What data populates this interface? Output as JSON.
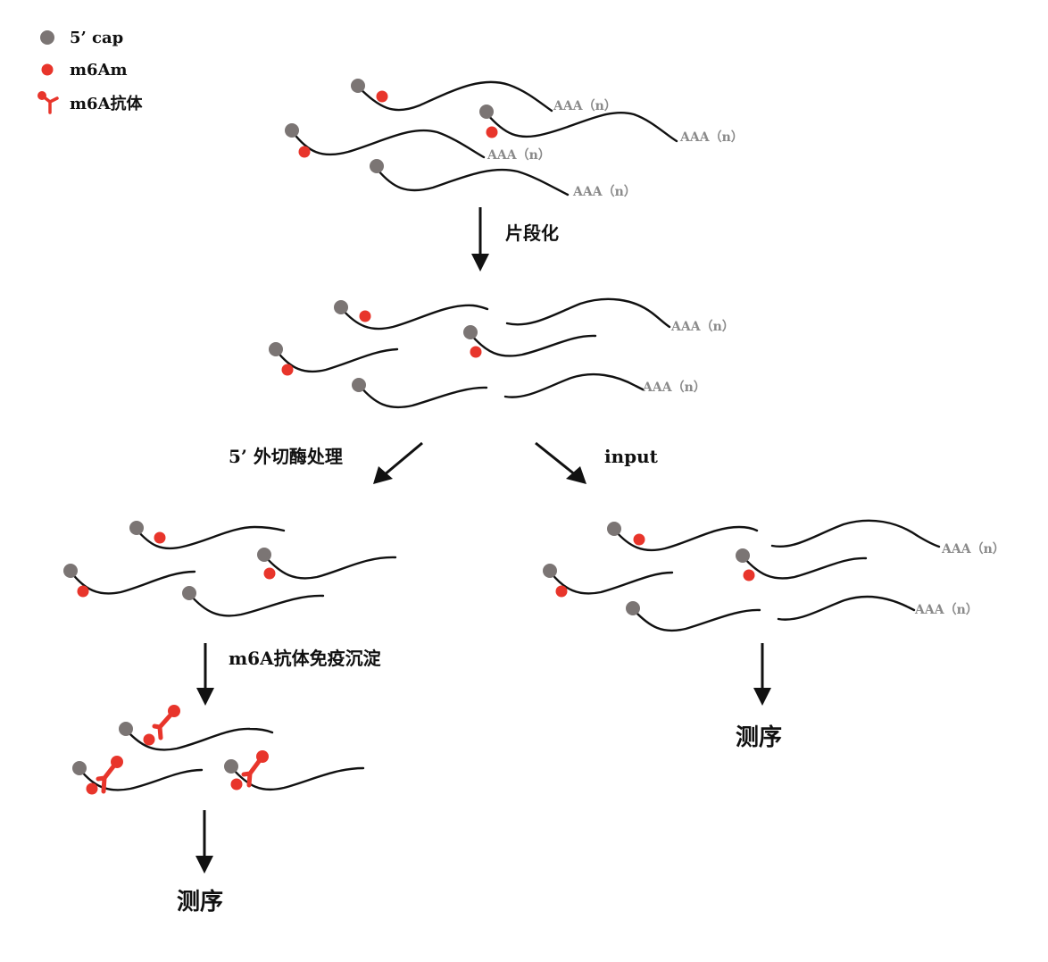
{
  "legend": {
    "items": [
      {
        "icon": "cap-dot-icon",
        "label": "5’ cap"
      },
      {
        "icon": "m6am-dot-icon",
        "label": "m6Am"
      },
      {
        "icon": "antibody-icon",
        "label": "m6A抗体"
      }
    ]
  },
  "colors": {
    "cap": "#7b7574",
    "m6am": "#e8352b",
    "strand": "#111111",
    "polya_text": "#8a8a8a"
  },
  "polya_label": "AAA（n）",
  "steps": {
    "fragmentation": "片段化",
    "exonuclease": "5’ 外切酶处理",
    "input": "input",
    "immunoprecipitation": "m6A抗体免疫沉淀",
    "sequencing_left": "测序",
    "sequencing_right": "测序"
  }
}
